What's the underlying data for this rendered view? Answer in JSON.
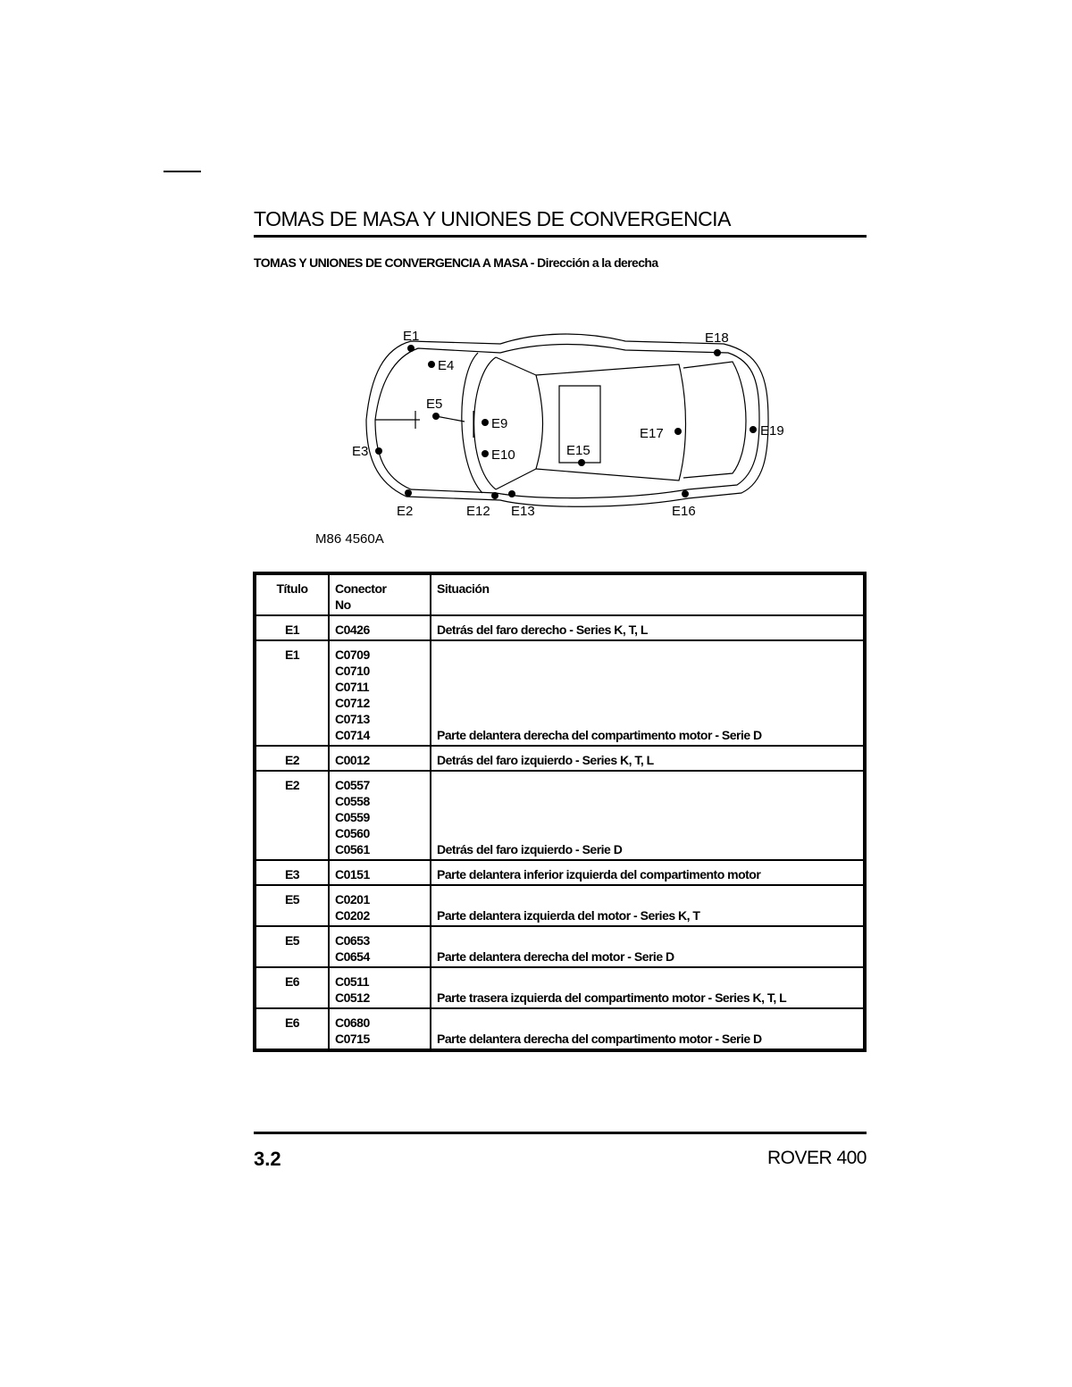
{
  "header": {
    "title": "TOMAS DE MASA Y UNIONES DE CONVERGENCIA",
    "subtitle": "TOMAS Y UNIONES DE CONVERGENCIA A MASA - Dirección a la derecha"
  },
  "figure": {
    "code": "M86 4560A",
    "labels": [
      "E1",
      "E4",
      "E5",
      "E9",
      "E10",
      "E15",
      "E17",
      "E19",
      "E18",
      "E3",
      "E2",
      "E12",
      "E13",
      "E16"
    ]
  },
  "table": {
    "headers": {
      "titulo": "Título",
      "conector": "Conector No",
      "situacion": "Situación"
    },
    "rows": [
      {
        "titulo": "E1",
        "conectores": "C0426",
        "situacion": "Detrás del faro derecho - Series K, T, L"
      },
      {
        "titulo": "E1",
        "conectores": "C0709\nC0710\nC0711\nC0712\nC0713\nC0714",
        "situacion": "Parte delantera derecha del compartimento motor - Serie D"
      },
      {
        "titulo": "E2",
        "conectores": "C0012",
        "situacion": "Detrás del faro izquierdo - Series K, T, L"
      },
      {
        "titulo": "E2",
        "conectores": "C0557\nC0558\nC0559\nC0560\nC0561",
        "situacion": "Detrás del faro izquierdo - Serie D"
      },
      {
        "titulo": "E3",
        "conectores": "C0151",
        "situacion": "Parte delantera inferior izquierda del compartimento motor"
      },
      {
        "titulo": "E5",
        "conectores": "C0201\nC0202",
        "situacion": "Parte delantera izquierda del motor - Series K, T"
      },
      {
        "titulo": "E5",
        "conectores": "C0653\nC0654",
        "situacion": "Parte delantera derecha del motor - Serie D"
      },
      {
        "titulo": "E6",
        "conectores": "C0511\nC0512",
        "situacion": "Parte trasera izquierda del compartimento motor - Series K, T, L"
      },
      {
        "titulo": "E6",
        "conectores": "C0680\nC0715",
        "situacion": "Parte delantera derecha del compartimento motor - Serie D"
      }
    ]
  },
  "footer": {
    "page": "3.2",
    "model": "ROVER 400"
  }
}
